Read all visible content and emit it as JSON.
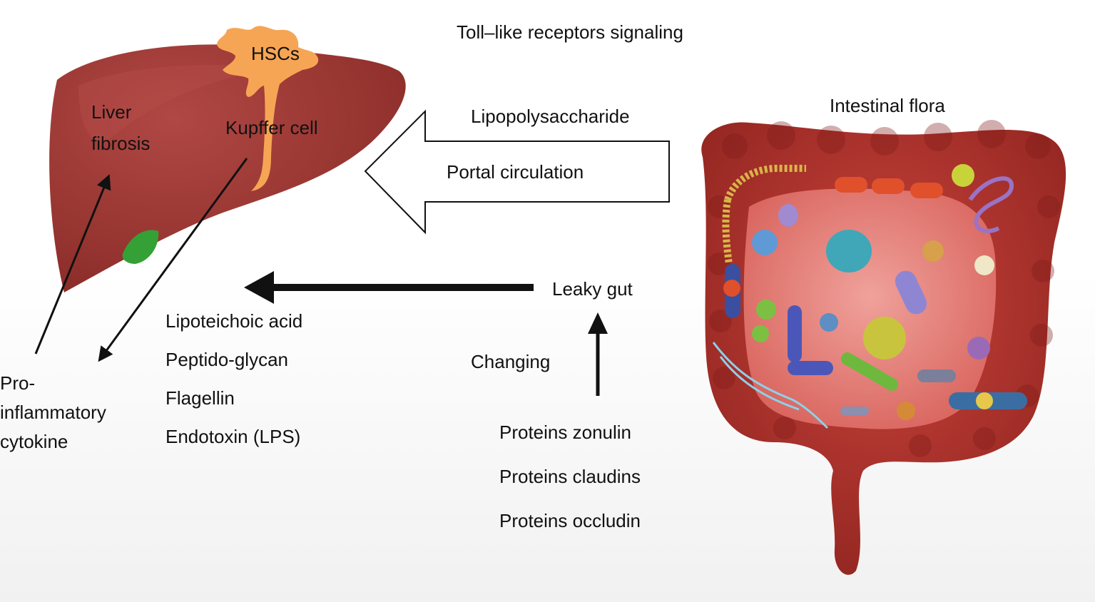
{
  "title": "Toll–like receptors signaling",
  "liver": {
    "hscs": "HSCs",
    "kupffer": "Kupffer cell",
    "fibrosis_line1": "Liver",
    "fibrosis_line2": "fibrosis"
  },
  "cytokine": {
    "line1": "Pro-",
    "line2": "inflammatory",
    "line3": "cytokine"
  },
  "portal_arrow": {
    "top": "Lipopolysaccharide",
    "inside": "Portal circulation"
  },
  "intestine": {
    "label": "Intestinal flora"
  },
  "leaky_gut": "Leaky gut",
  "changing": "Changing",
  "bacterial_products": [
    "Lipoteichoic acid",
    "Peptido-glycan",
    "Flagellin",
    "Endotoxin (LPS)"
  ],
  "proteins": [
    "Proteins zonulin",
    "Proteins claudins",
    "Proteins occludin"
  ],
  "colors": {
    "liver": "#98332f",
    "liver_highlight": "#b04844",
    "hsc": "#f6a554",
    "gallbladder": "#35a035",
    "colon": "#b2322c",
    "colon_dark": "#7d1b17",
    "small_intestine": "#e3837e",
    "arrow": "#111111"
  }
}
